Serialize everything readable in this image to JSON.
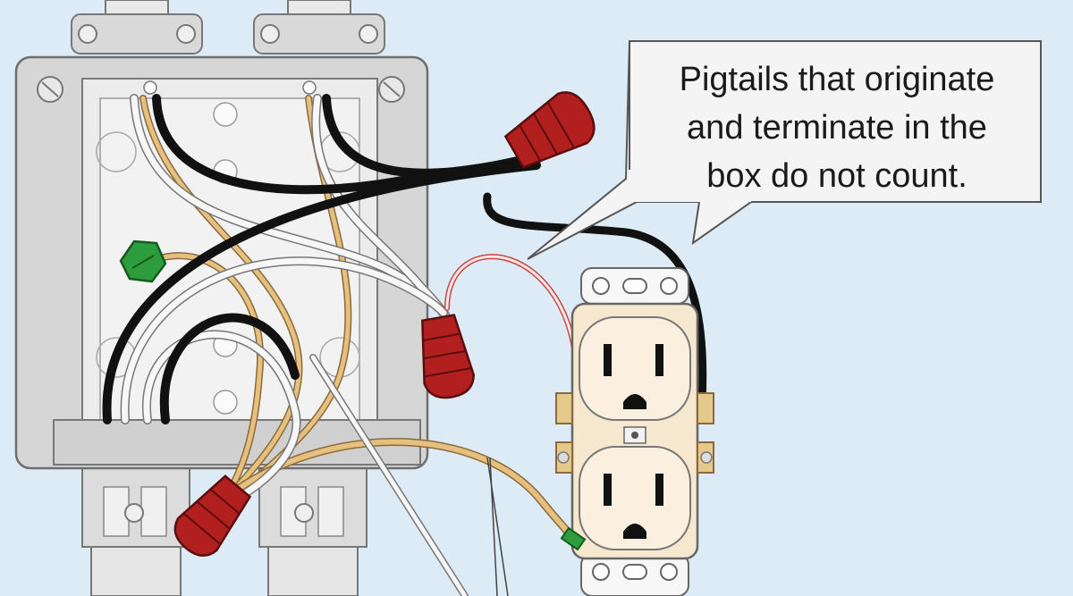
{
  "callout": {
    "lines": [
      "Pigtails that originate",
      "and terminate in the",
      "box do not count."
    ]
  },
  "colors": {
    "background": "#dcebf5",
    "box_metal": "#dcdcdc",
    "box_outline": "#6e6e6e",
    "wire_black": "#111111",
    "wire_white": "#f7f7f7",
    "wire_ground": "#e6c07e",
    "wire_nut_red": "#b21f1f",
    "wire_nut_green": "#2c9c3c",
    "receptacle": "#f6e7cf",
    "callout_fill": "#f4f4f4"
  },
  "icons": {
    "box": "junction-box-icon",
    "receptacle": "duplex-receptacle-icon",
    "wire_nut": "wire-nut-icon",
    "ground_screw": "ground-screw-icon"
  }
}
